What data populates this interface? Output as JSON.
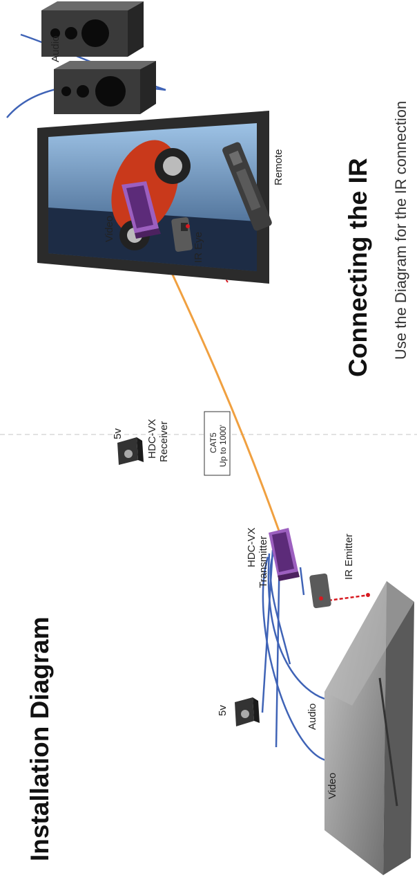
{
  "titles": {
    "install": "Installation Diagram",
    "ir": "Connecting the IR",
    "ir_body": "Use the Diagram for the IR connection"
  },
  "labels": {
    "audio_top": "Audio",
    "remote": "Remote",
    "video_rx": "Video",
    "ir_eye": "IR Eye",
    "five_v_rx": "5v",
    "receiver_line1": "HDC-VX",
    "receiver_line2": "Receiver",
    "cat5_line1": "CAT5",
    "cat5_line2": "Up to 1000'",
    "transmitter_line1": "HDC-VX",
    "transmitter_line2": "Transmitter",
    "ir_emitter": "IR Emitter",
    "five_v_tx": "5v",
    "audio_tx": "Audio",
    "video_tx": "Video"
  },
  "colors": {
    "cat5_cable": "#f0a040",
    "signal_cable": "#3f63b6",
    "ir_beam": "#d71920",
    "device_purple": "#7b3f9e",
    "speaker": "#3a3a3a",
    "tv_frame": "#2b2b2b",
    "source_box": "#9a9a9a",
    "divider": "#d9d9d9"
  }
}
